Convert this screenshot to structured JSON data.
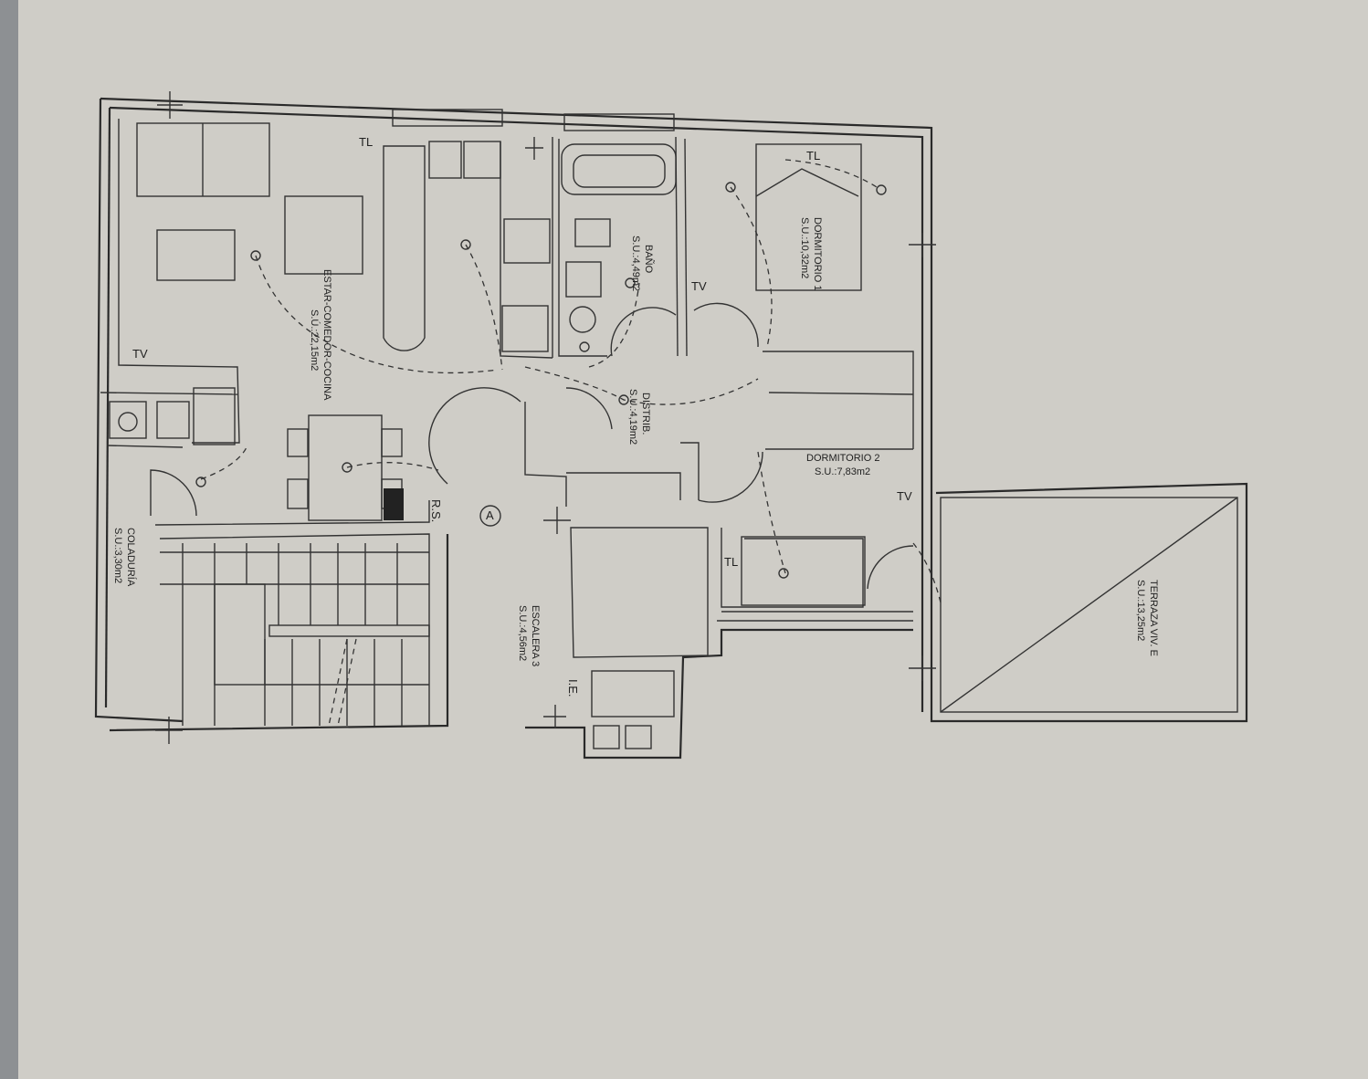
{
  "rooms": {
    "estar": {
      "name": "ESTAR-COMEDOR-COCINA",
      "area": "S.Ú.:22,15m2"
    },
    "bano": {
      "name": "BAÑO",
      "area": "S.U.:4,49m2"
    },
    "dormitorio1": {
      "name": "DORMITORIO 1",
      "area": "S.U.:10,32m2"
    },
    "distrib": {
      "name": "DISTRIB.",
      "area": "S.U.:4,19m2"
    },
    "dormitorio2": {
      "name": "DORMITORIO 2",
      "area": "S.U.:7,83m2"
    },
    "coladuria": {
      "name": "COLADURÍA",
      "area": "S.U.:3,30m2"
    },
    "escalera": {
      "name": "ESCALERA 3",
      "area": "S.U.:4,56m2"
    },
    "terraza": {
      "name": "TERRAZA VIV. E",
      "area": "S.U.:13,25m2"
    }
  },
  "symbols": {
    "tl": "TL",
    "tv": "TV",
    "rs": "R.S.",
    "ie": "I.E.",
    "section": "A"
  }
}
